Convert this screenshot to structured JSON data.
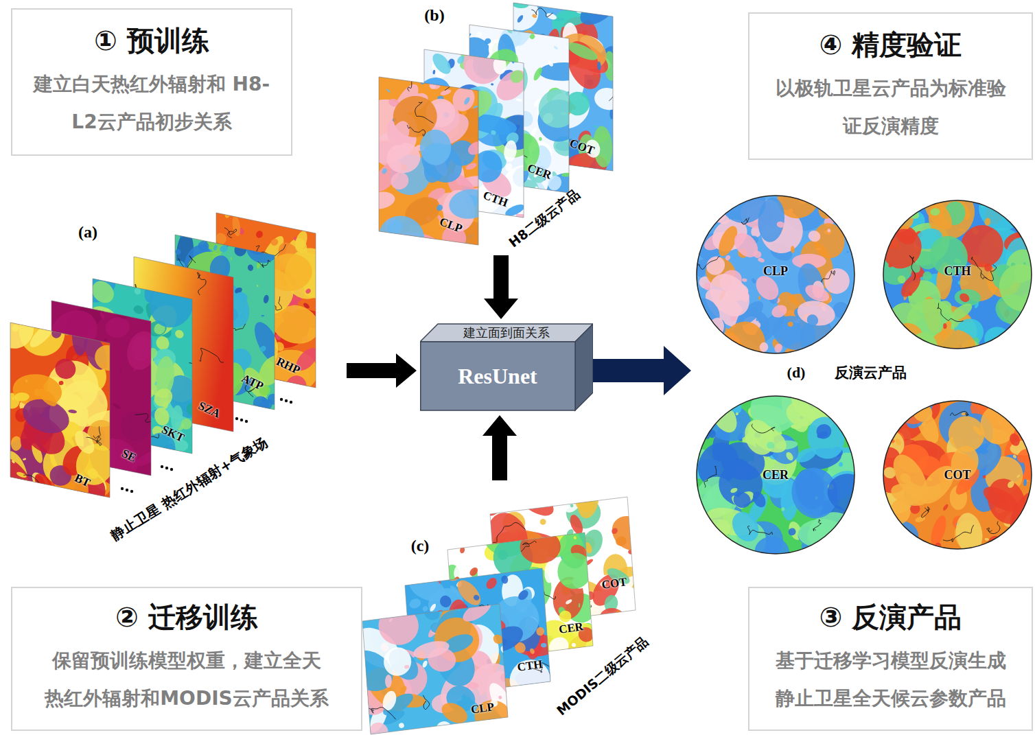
{
  "diagram": {
    "nodes": [
      {
        "text": [
          "① 预训练",
          "建立白天热红外辐射和 H8-L2云产品初步关系"
        ]
      },
      {
        "text": [
          "(b)",
          "CLP",
          "CTH",
          "CER",
          "COT",
          "H8二级云产品"
        ]
      },
      {
        "text": [
          "④ 精度验证",
          "以极轨卫星云产品为标准验 证反演精度"
        ]
      },
      {
        "text": [
          "(a)",
          "BT",
          "SE",
          "SKT",
          "SZA",
          "ATP",
          "RHP",
          "静止卫星 热红外辐射+气象场"
        ]
      },
      {
        "text": [
          "建立面到面关系",
          "ResUnet"
        ]
      },
      {
        "text": [
          "CLP",
          "CTH",
          "(d)",
          "反演云产品",
          "CER",
          "COT"
        ]
      },
      {
        "text": [
          "② 迁移训练",
          "保留预训练模型权重，建立全天 热红外辐射和MODIS云产品关系"
        ]
      },
      {
        "text": [
          "(c)",
          "CLP",
          "CTH",
          "CER",
          "COT",
          "MODIS二级云产品"
        ]
      },
      {
        "text": [
          "③ 反演产品",
          "基于迁移学习模型反演生成 静止卫星全天候云参数产品"
        ]
      }
    ],
    "edges": [
      {
        "from": 3,
        "to": 4,
        "arrow": "to"
      },
      {
        "from": 1,
        "to": 4,
        "arrow": "to"
      },
      {
        "from": 7,
        "to": 4,
        "arrow": "to"
      },
      {
        "from": 4,
        "to": 5,
        "arrow": "to"
      }
    ]
  }
}
